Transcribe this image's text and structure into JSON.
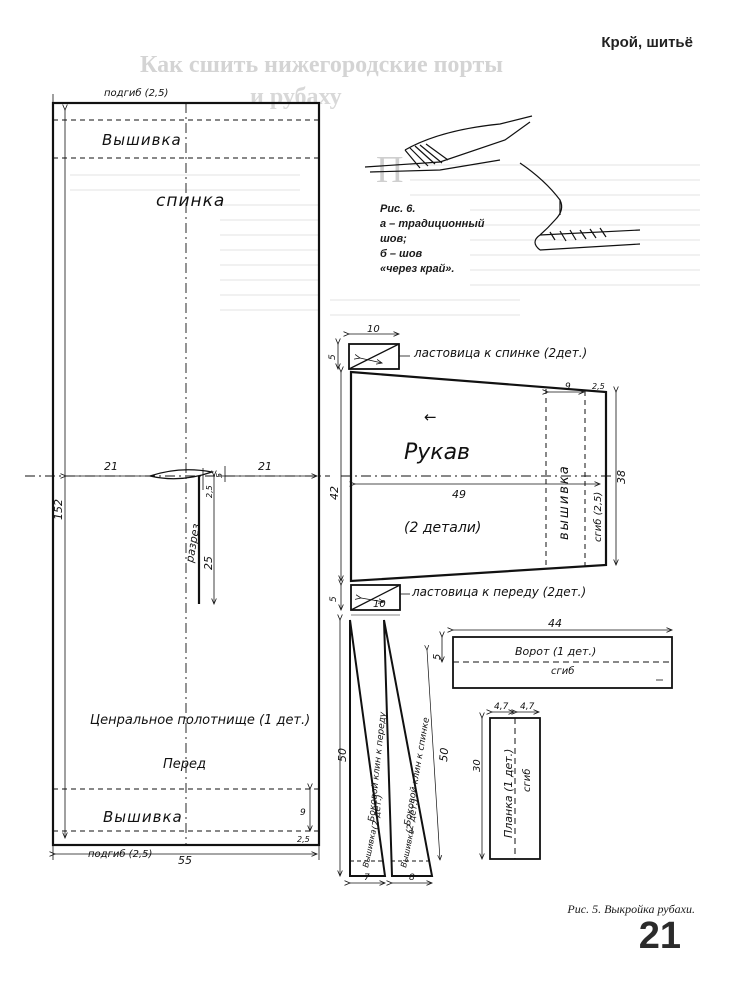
{
  "header": {
    "section": "Крой, шитьё",
    "page_number": "21"
  },
  "faded_background": {
    "title_line1": "Как сшить нижегородские порты",
    "title_line2": "и рубаху",
    "drop_cap": "П"
  },
  "figure6": {
    "caption_title": "Рис. 6.",
    "caption_a": "а – традиционный",
    "caption_a2": "шов;",
    "caption_b": "б – шов",
    "caption_b2": "«через край»."
  },
  "figure5": {
    "caption": "Рис. 5. Выкройка рубахи.",
    "main_panel": {
      "hem_top": "подгиб (2,5)",
      "hem_bottom": "подгиб (2,5)",
      "embroidery_top": "Вышивка",
      "back": "спинка",
      "front": "Перед",
      "central_panel": "Ценральное полотнище (1 дет.)",
      "embroidery_bottom": "Вышивка",
      "slit": "разрез",
      "dim_width_left": "21",
      "dim_width_right": "21",
      "dim_length": "152",
      "dim_slit": "25",
      "dim_bottom_width": "55",
      "dim_neck_a": "2,5",
      "dim_neck_b": "5",
      "dim_embroidery": "9",
      "dim_hem": "2,5"
    },
    "gusset_back": {
      "label": "ластовица к спинке (2дет.)",
      "dim_w": "10",
      "dim_h": "5"
    },
    "gusset_front": {
      "label": "ластовица к переду (2дет.)",
      "dim_w": "10",
      "dim_h": "5"
    },
    "sleeve": {
      "title": "Рукав",
      "count": "(2 детали)",
      "embroidery": "вышивка",
      "fold": "сгиб (2,5)",
      "dim_length": "49",
      "dim_height_left": "42",
      "dim_height_right": "38",
      "dim_embroidery": "9",
      "dim_fold": "2,5",
      "arrow": "←"
    },
    "side_gussets": {
      "front_label": "Боковой клин к переду",
      "front_count": "(2 дет.)",
      "back_label": "Боковой клин к спинке",
      "back_count": "(2 дет.)",
      "embroidery_a": "Вышивка",
      "embroidery_b": "Вышивка",
      "dim_length_a": "50",
      "dim_length_b": "50",
      "dim_width_a": "7",
      "dim_width_b": "8"
    },
    "collar": {
      "label": "Ворот (1 дет.)",
      "fold": "сгиб",
      "dim_w": "44",
      "dim_h": "5"
    },
    "placket": {
      "label": "Планка (1 дет.)",
      "fold": "сгиб",
      "dim_length": "30",
      "dim_a": "4,7",
      "dim_b": "4,7"
    }
  }
}
